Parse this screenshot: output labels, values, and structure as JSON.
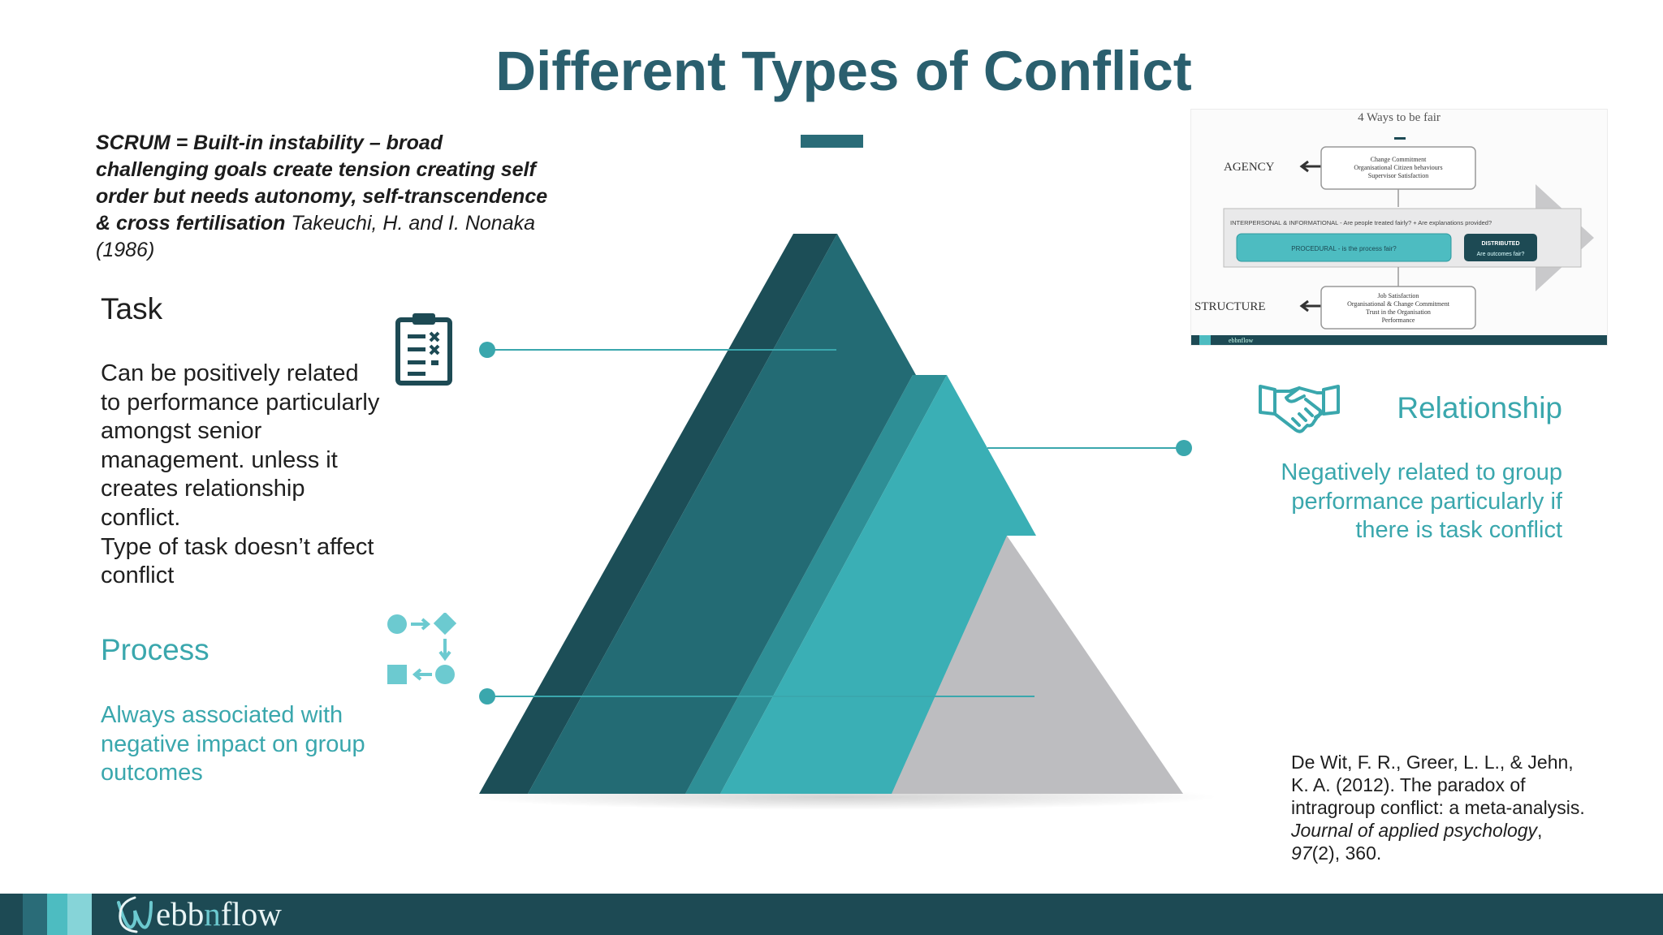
{
  "slide": {
    "title": "Different Types of Conflict",
    "scrum_bold": "SCRUM = Built-in instability – broad challenging goals create tension creating self order  but needs autonomy, self-transcendence & cross fertilisation",
    "scrum_ref": " Takeuchi, H. and I. Nonaka (1986)"
  },
  "task": {
    "title": "Task",
    "body": "Can be positively related\nto performance particularly\namongst senior\nmanagement. unless it\ncreates relationship\nconflict.\nType of task doesn’t affect\nconflict"
  },
  "process": {
    "title": "Process",
    "body": "Always associated with\nnegative impact on group\noutcomes"
  },
  "relationship": {
    "title": "Relationship",
    "body": "Negatively related to group\nperformance particularly if\nthere is task conflict"
  },
  "citation": {
    "authors": "De Wit, F. R., Greer, L. L., & Jehn, K. A. (2012). The paradox of intragroup conflict: a meta-analysis. ",
    "journal": "Journal of applied psychology",
    "sep": ", ",
    "volume": "97",
    "rest": "(2), 360."
  },
  "fair_diagram": {
    "title": "4 Ways to be fair",
    "agency": "AGENCY",
    "structure": "STRUCTURE",
    "agency_items": [
      "Change Commitment",
      "Organisational Citizen behaviours",
      "Supervisor Satisfaction"
    ],
    "interpersonal": "INTERPERSONAL & INFORMATIONAL - Are people treated fairly? + Are explanations provided?",
    "procedural": "PROCEDURAL - is the process fair?",
    "distributed_title": "DISTRIBUTED",
    "distributed_sub": "Are outcomes fair?",
    "structure_items": [
      "Job Satisfaction",
      "Organisational & Change Commitment",
      "Trust in the Organisation",
      "Performance"
    ],
    "footer": "ebbnflow"
  },
  "footer": {
    "logo_pre": "ebb",
    "logo_mid": "n",
    "logo_post": "flow"
  },
  "colors": {
    "dark_teal": "#1d4a54",
    "teal": "#3aa7ad",
    "title": "#2a5f6e",
    "grey": "#bdbdc0"
  },
  "icons": [
    "clipboard-checklist-icon",
    "process-flow-icon",
    "handshake-icon",
    "ebbnflow-logo-icon"
  ]
}
